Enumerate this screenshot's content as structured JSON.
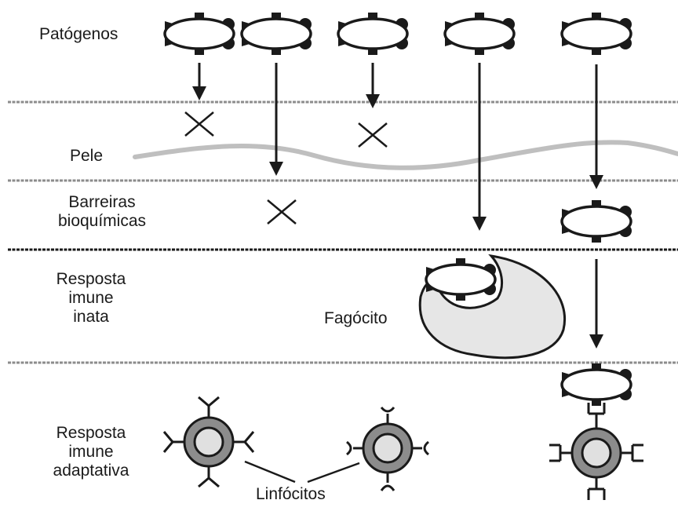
{
  "labels": {
    "pathogens": "Patógenos",
    "skin": "Pele",
    "biochemical_line1": "Barreiras",
    "biochemical_line2": "bioquímicas",
    "innate_line1": "Resposta",
    "innate_line2": "imune",
    "innate_line3": "inata",
    "phagocyte": "Fagócito",
    "adaptive_line1": "Resposta",
    "adaptive_line2": "imune",
    "adaptive_line3": "adaptativa",
    "lymphocytes": "Linfócitos"
  },
  "colors": {
    "ink": "#1a1a1a",
    "skin_line": "#bfbfbf",
    "divider": "#8c8c8c",
    "phagocyte_fill": "#e6e6e6",
    "lymphocyte_ring": "#8c8c8c",
    "lymphocyte_nucleus": "#e0e0e0"
  },
  "icons": [
    "pathogen-icon",
    "blocked-x-icon",
    "phagocyte-icon",
    "lymphocyte-icon",
    "arrow-icon"
  ]
}
